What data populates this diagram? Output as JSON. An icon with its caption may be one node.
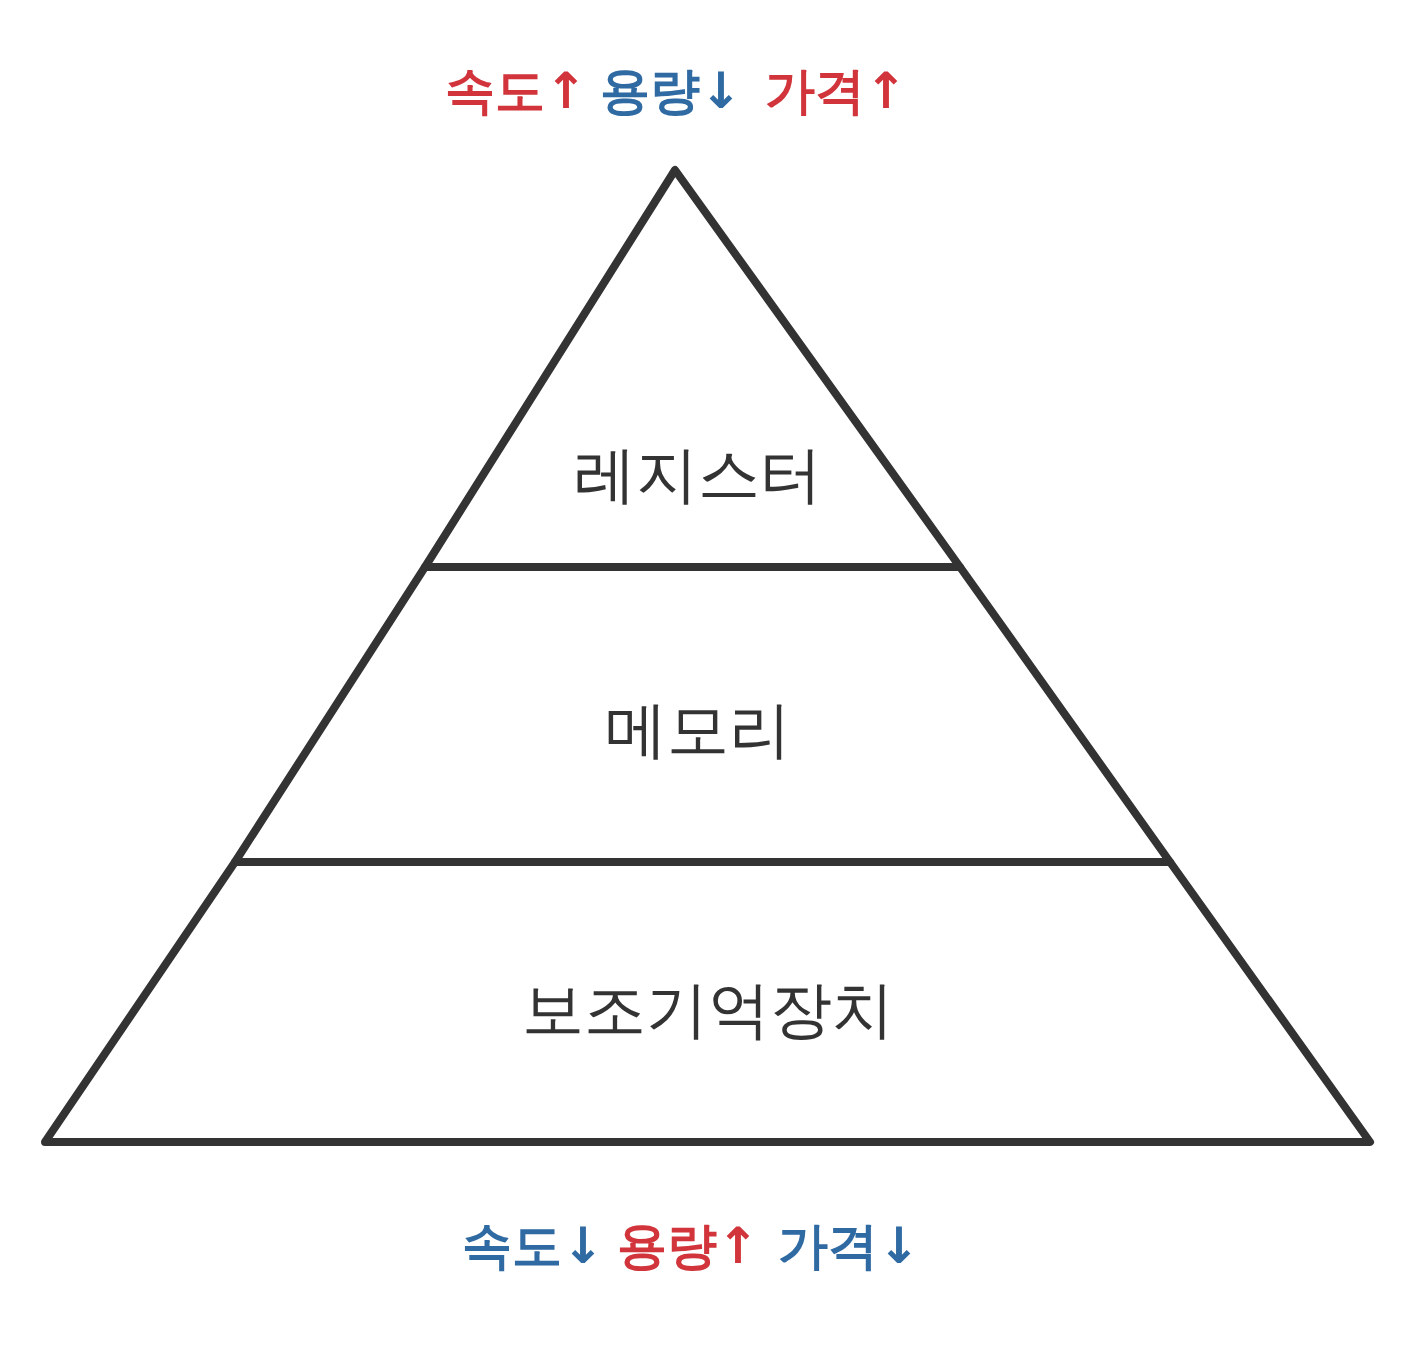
{
  "diagram": {
    "nodes": [
      {
        "text": [
          "레지스터"
        ]
      },
      {
        "text": [
          "메모리"
        ]
      },
      {
        "text": [
          "보조기억장치"
        ]
      }
    ],
    "labels": [
      "속도↑",
      "용량↓",
      "가격↑",
      "속도↓",
      "용량↑",
      "가격↓"
    ]
  }
}
